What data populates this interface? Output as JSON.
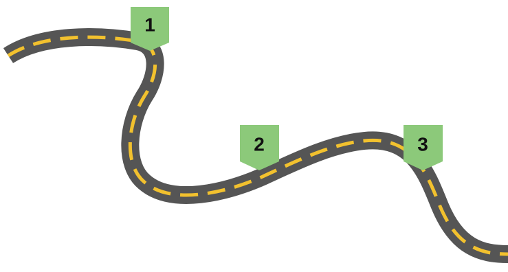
{
  "colors": {
    "road": "#555555",
    "road_dash": "#f2c12e",
    "marker": "#8cc97a",
    "marker_text": "#111111",
    "background": "#ffffff"
  },
  "milestones": [
    {
      "label": "1"
    },
    {
      "label": "2"
    },
    {
      "label": "3"
    }
  ]
}
